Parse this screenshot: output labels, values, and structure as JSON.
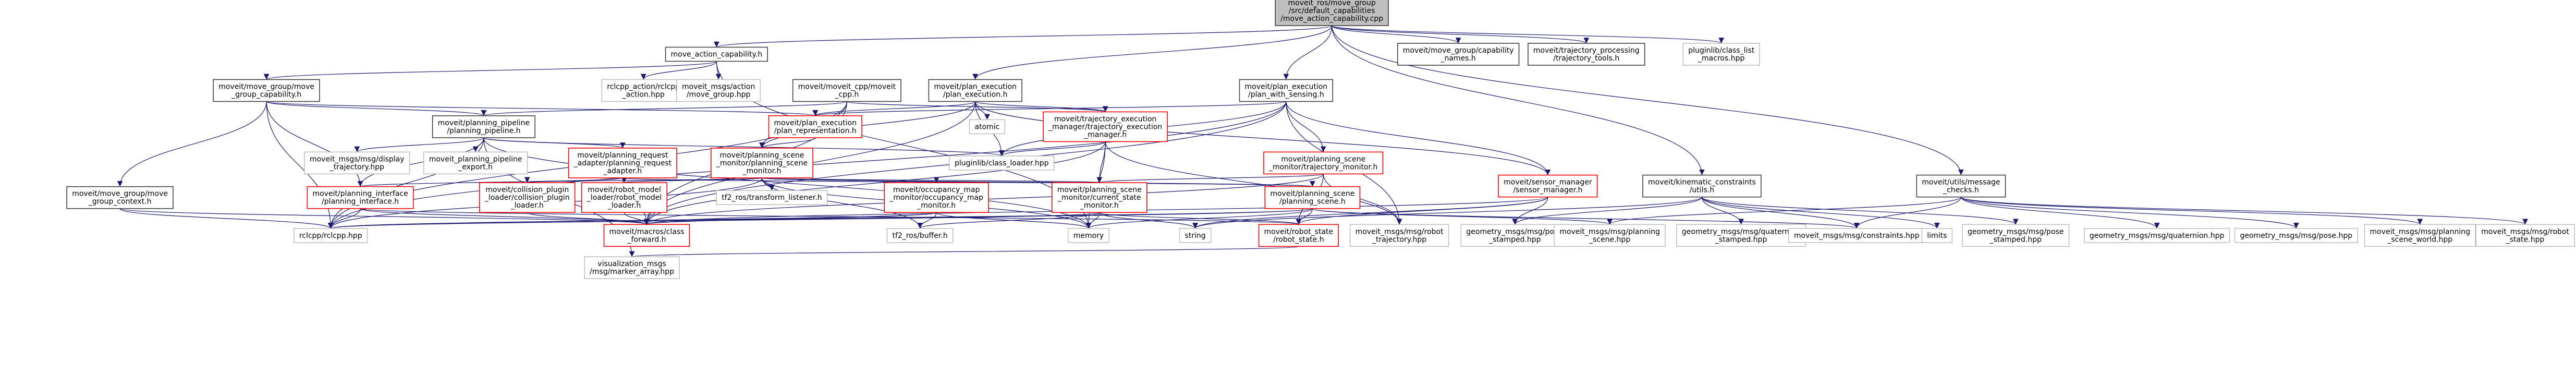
{
  "diagram": {
    "colors": {
      "edge": "#191970",
      "root_border": "#404040",
      "root_fill": "#bfbfbf",
      "link_border": "#404040",
      "broken_border": "#ff0000",
      "external_border": "#bfbfbf"
    },
    "nodes": [
      {
        "id": "root",
        "kind": "root",
        "lines": [
          "moveit_ros/move_group",
          "/src/default_capabilities",
          "/move_action_capability.cpp"
        ]
      },
      {
        "id": "mac_h",
        "kind": "link",
        "lines": [
          "move_action_capability.h"
        ]
      },
      {
        "id": "mgc_names",
        "kind": "link",
        "lines": [
          "moveit/move_group/capability",
          "_names.h"
        ]
      },
      {
        "id": "traj_tools",
        "kind": "link",
        "lines": [
          "moveit/trajectory_processing",
          "/trajectory_tools.h"
        ]
      },
      {
        "id": "pluginlib_macros",
        "kind": "external",
        "lines": [
          "pluginlib/class_list",
          "_macros.hpp"
        ]
      },
      {
        "id": "mgc_h",
        "kind": "link",
        "lines": [
          "moveit/move_group/move",
          "_group_capability.h"
        ]
      },
      {
        "id": "rclcpp_action",
        "kind": "external",
        "lines": [
          "rclcpp_action/rclcpp",
          "_action.hpp"
        ]
      },
      {
        "id": "mg_action",
        "kind": "external",
        "lines": [
          "moveit_msgs/action",
          "/move_group.hpp"
        ]
      },
      {
        "id": "cpp_cpp",
        "kind": "link",
        "lines": [
          "moveit/moveit_cpp/moveit",
          "_cpp.h"
        ]
      },
      {
        "id": "plan_exec",
        "kind": "link",
        "lines": [
          "moveit/plan_execution",
          "/plan_execution.h"
        ]
      },
      {
        "id": "plan_sensing",
        "kind": "link",
        "lines": [
          "moveit/plan_execution",
          "/plan_with_sensing.h"
        ]
      },
      {
        "id": "kin_constraints",
        "kind": "link",
        "lines": [
          "moveit/kinematic_constraints",
          "/utils.h"
        ]
      },
      {
        "id": "message_checks",
        "kind": "link",
        "lines": [
          "moveit/utils/message",
          "_checks.h"
        ]
      },
      {
        "id": "planning_pipeline",
        "kind": "link",
        "lines": [
          "moveit/planning_pipeline",
          "/planning_pipeline.h"
        ]
      },
      {
        "id": "plan_repr",
        "kind": "broken",
        "lines": [
          "moveit/plan_execution",
          "/plan_representation.h"
        ]
      },
      {
        "id": "atomic",
        "kind": "external",
        "lines": [
          "atomic"
        ]
      },
      {
        "id": "traj_exec_mgr",
        "kind": "broken",
        "lines": [
          "moveit/trajectory_execution",
          "_manager/trajectory_execution",
          "_manager.h"
        ]
      },
      {
        "id": "display_traj",
        "kind": "external",
        "lines": [
          "moveit_msgs/msg/display",
          "_trajectory.hpp"
        ]
      },
      {
        "id": "pp_export",
        "kind": "external",
        "lines": [
          "moveit_planning_pipeline",
          "_export.h"
        ]
      },
      {
        "id": "pr_adapter",
        "kind": "broken",
        "lines": [
          "moveit/planning_request",
          "_adapter/planning_request",
          "_adapter.h"
        ]
      },
      {
        "id": "psm",
        "kind": "broken",
        "lines": [
          "moveit/planning_scene",
          "_monitor/planning_scene",
          "_monitor.h"
        ]
      },
      {
        "id": "pluginlib_loader",
        "kind": "external",
        "lines": [
          "pluginlib/class_loader.hpp"
        ]
      },
      {
        "id": "traj_monitor",
        "kind": "broken",
        "lines": [
          "moveit/planning_scene",
          "_monitor/trajectory_monitor.h"
        ]
      },
      {
        "id": "sensor_mgr",
        "kind": "broken",
        "lines": [
          "moveit/sensor_manager",
          "/sensor_manager.h"
        ]
      },
      {
        "id": "mg_context",
        "kind": "link",
        "lines": [
          "moveit/move_group/move",
          "_group_context.h"
        ]
      },
      {
        "id": "planning_iface",
        "kind": "broken",
        "lines": [
          "moveit/planning_interface",
          "/planning_interface.h"
        ]
      },
      {
        "id": "collision_loader",
        "kind": "broken",
        "lines": [
          "moveit/collision_plugin",
          "_loader/collision_plugin",
          "_loader.h"
        ]
      },
      {
        "id": "rm_loader",
        "kind": "broken",
        "lines": [
          "moveit/robot_model",
          "_loader/robot_model",
          "_loader.h"
        ]
      },
      {
        "id": "tf2_listener",
        "kind": "external",
        "lines": [
          "tf2_ros/transform_listener.h"
        ]
      },
      {
        "id": "occ_map",
        "kind": "broken",
        "lines": [
          "moveit/occupancy_map",
          "_monitor/occupancy_map",
          "_monitor.h"
        ]
      },
      {
        "id": "csm",
        "kind": "broken",
        "lines": [
          "moveit/planning_scene",
          "_monitor/current_state",
          "_monitor.h"
        ]
      },
      {
        "id": "planning_scene",
        "kind": "broken",
        "lines": [
          "moveit/planning_scene",
          "/planning_scene.h"
        ]
      },
      {
        "id": "rclcpp",
        "kind": "external",
        "lines": [
          "rclcpp/rclcpp.hpp"
        ]
      },
      {
        "id": "class_forward",
        "kind": "broken",
        "lines": [
          "moveit/macros/class",
          "_forward.h"
        ]
      },
      {
        "id": "tf2_buffer",
        "kind": "external",
        "lines": [
          "tf2_ros/buffer.h"
        ]
      },
      {
        "id": "memory",
        "kind": "external",
        "lines": [
          "memory"
        ]
      },
      {
        "id": "string",
        "kind": "external",
        "lines": [
          "string"
        ]
      },
      {
        "id": "robot_state",
        "kind": "broken",
        "lines": [
          "moveit/robot_state",
          "/robot_state.h"
        ]
      },
      {
        "id": "robot_traj",
        "kind": "external",
        "lines": [
          "moveit_msgs/msg/robot",
          "_trajectory.hpp"
        ]
      },
      {
        "id": "pose_stamped",
        "kind": "external",
        "lines": [
          "geometry_msgs/msg/point",
          "_stamped.hpp"
        ]
      },
      {
        "id": "planning_scene_msg",
        "kind": "external",
        "lines": [
          "moveit_msgs/msg/planning",
          "_scene.hpp"
        ]
      },
      {
        "id": "quat_stamped",
        "kind": "external",
        "lines": [
          "geometry_msgs/msg/quaternion",
          "_stamped.hpp"
        ]
      },
      {
        "id": "constraints",
        "kind": "external",
        "lines": [
          "moveit_msgs/msg/constraints.hpp"
        ]
      },
      {
        "id": "limits",
        "kind": "external",
        "lines": [
          "limits"
        ]
      },
      {
        "id": "pose_stamped2",
        "kind": "external",
        "lines": [
          "geometry_msgs/msg/pose",
          "_stamped.hpp"
        ]
      },
      {
        "id": "quaternion",
        "kind": "external",
        "lines": [
          "geometry_msgs/msg/quaternion.hpp"
        ]
      },
      {
        "id": "pose",
        "kind": "external",
        "lines": [
          "geometry_msgs/msg/pose.hpp"
        ]
      },
      {
        "id": "ps_world",
        "kind": "external",
        "lines": [
          "moveit_msgs/msg/planning",
          "_scene_world.hpp"
        ]
      },
      {
        "id": "robot_state_msg",
        "kind": "external",
        "lines": [
          "moveit_msgs/msg/robot",
          "_state.hpp"
        ]
      },
      {
        "id": "marker_array",
        "kind": "external",
        "lines": [
          "visualization_msgs",
          "/msg/marker_array.hpp"
        ]
      }
    ],
    "edges": [
      [
        "root",
        "mac_h"
      ],
      [
        "root",
        "mgc_names"
      ],
      [
        "root",
        "traj_tools"
      ],
      [
        "root",
        "pluginlib_macros"
      ],
      [
        "root",
        "plan_exec"
      ],
      [
        "root",
        "plan_sensing"
      ],
      [
        "root",
        "kin_constraints"
      ],
      [
        "root",
        "message_checks"
      ],
      [
        "mac_h",
        "mgc_h"
      ],
      [
        "mac_h",
        "rclcpp_action"
      ],
      [
        "mac_h",
        "mg_action"
      ],
      [
        "mac_h",
        "memory"
      ],
      [
        "mgc_h",
        "mg_context"
      ],
      [
        "mgc_h",
        "planning_pipeline"
      ],
      [
        "mgc_h",
        "plan_repr"
      ],
      [
        "mgc_h",
        "rclcpp"
      ],
      [
        "mgc_h",
        "planning_iface"
      ],
      [
        "cpp_cpp",
        "planning_pipeline"
      ],
      [
        "cpp_cpp",
        "psm"
      ],
      [
        "cpp_cpp",
        "traj_exec_mgr"
      ],
      [
        "cpp_cpp",
        "class_forward"
      ],
      [
        "cpp_cpp",
        "rclcpp"
      ],
      [
        "plan_exec",
        "plan_repr"
      ],
      [
        "plan_exec",
        "atomic"
      ],
      [
        "plan_exec",
        "traj_exec_mgr"
      ],
      [
        "plan_exec",
        "psm"
      ],
      [
        "plan_exec",
        "sensor_mgr"
      ],
      [
        "plan_exec",
        "pluginlib_loader"
      ],
      [
        "plan_exec",
        "class_forward"
      ],
      [
        "plan_sensing",
        "plan_repr"
      ],
      [
        "plan_sensing",
        "traj_monitor"
      ],
      [
        "plan_sensing",
        "sensor_mgr"
      ],
      [
        "plan_sensing",
        "pluginlib_loader"
      ],
      [
        "plan_sensing",
        "rclcpp"
      ],
      [
        "plan_sensing",
        "robot_traj"
      ],
      [
        "plan_sensing",
        "class_forward"
      ],
      [
        "planning_pipeline",
        "display_traj"
      ],
      [
        "planning_pipeline",
        "pp_export"
      ],
      [
        "planning_pipeline",
        "pr_adapter"
      ],
      [
        "planning_pipeline",
        "planning_iface"
      ],
      [
        "planning_pipeline",
        "pluginlib_loader"
      ],
      [
        "planning_pipeline",
        "rclcpp"
      ],
      [
        "planning_pipeline",
        "memory"
      ],
      [
        "planning_pipeline",
        "marker_array"
      ],
      [
        "plan_repr",
        "psm"
      ],
      [
        "traj_exec_mgr",
        "csm"
      ],
      [
        "traj_exec_mgr",
        "pluginlib_loader"
      ],
      [
        "traj_exec_mgr",
        "robot_traj"
      ],
      [
        "traj_exec_mgr",
        "memory"
      ],
      [
        "traj_exec_mgr",
        "class_forward"
      ],
      [
        "pr_adapter",
        "planning_iface"
      ],
      [
        "pr_adapter",
        "planning_scene"
      ],
      [
        "pr_adapter",
        "class_forward"
      ],
      [
        "psm",
        "collision_loader"
      ],
      [
        "psm",
        "rm_loader"
      ],
      [
        "psm",
        "tf2_listener"
      ],
      [
        "psm",
        "occ_map"
      ],
      [
        "psm",
        "csm"
      ],
      [
        "psm",
        "planning_scene"
      ],
      [
        "psm",
        "rclcpp"
      ],
      [
        "psm",
        "memory"
      ],
      [
        "psm",
        "tf2_buffer"
      ],
      [
        "traj_monitor",
        "csm"
      ],
      [
        "traj_monitor",
        "robot_state"
      ],
      [
        "traj_monitor",
        "class_forward"
      ],
      [
        "traj_monitor",
        "robot_traj"
      ],
      [
        "sensor_mgr",
        "robot_state"
      ],
      [
        "sensor_mgr",
        "class_forward"
      ],
      [
        "sensor_mgr",
        "pose_stamped"
      ],
      [
        "sensor_mgr",
        "string"
      ],
      [
        "mg_context",
        "rclcpp"
      ],
      [
        "mg_context",
        "class_forward"
      ],
      [
        "planning_iface",
        "class_forward"
      ],
      [
        "planning_iface",
        "rclcpp"
      ],
      [
        "planning_iface",
        "robot_state"
      ],
      [
        "collision_loader",
        "class_forward"
      ],
      [
        "rm_loader",
        "class_forward"
      ],
      [
        "occ_map",
        "tf2_buffer"
      ],
      [
        "occ_map",
        "class_forward"
      ],
      [
        "occ_map",
        "memory"
      ],
      [
        "occ_map",
        "rclcpp"
      ],
      [
        "csm",
        "robot_state"
      ],
      [
        "csm",
        "tf2_buffer"
      ],
      [
        "csm",
        "rclcpp"
      ],
      [
        "csm",
        "string"
      ],
      [
        "csm",
        "memory"
      ],
      [
        "planning_scene",
        "class_forward"
      ],
      [
        "planning_scene",
        "robot_state"
      ],
      [
        "planning_scene",
        "planning_scene_msg"
      ],
      [
        "planning_scene",
        "rclcpp"
      ],
      [
        "planning_scene",
        "memory"
      ],
      [
        "planning_scene",
        "constraints"
      ],
      [
        "robot_state",
        "marker_array"
      ],
      [
        "kin_constraints",
        "constraints"
      ],
      [
        "kin_constraints",
        "pose_stamped"
      ],
      [
        "kin_constraints",
        "quat_stamped"
      ],
      [
        "kin_constraints",
        "pose_stamped2"
      ],
      [
        "kin_constraints",
        "limits"
      ],
      [
        "kin_constraints",
        "string"
      ],
      [
        "message_checks",
        "quaternion"
      ],
      [
        "message_checks",
        "pose"
      ],
      [
        "message_checks",
        "ps_world"
      ],
      [
        "message_checks",
        "robot_state_msg"
      ],
      [
        "message_checks",
        "planning_scene_msg"
      ],
      [
        "message_checks",
        "constraints"
      ]
    ]
  }
}
